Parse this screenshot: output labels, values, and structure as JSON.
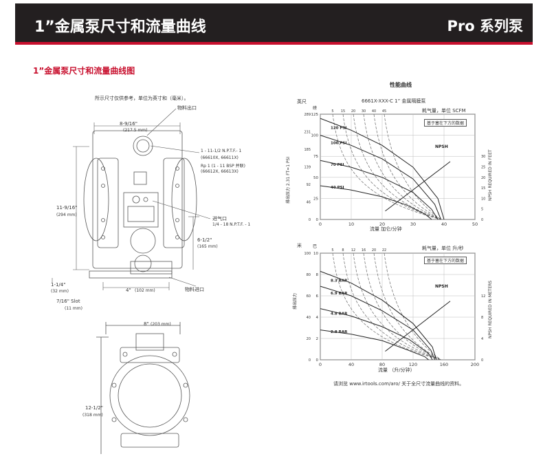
{
  "header": {
    "title": "1”金属泵尺寸和流量曲线",
    "series": "Pro 系列泵"
  },
  "section_title": "1”金属泵尺寸和流量曲线图",
  "diagram": {
    "note": "所示尺寸仅供参考，单位为英寸和（毫米）。",
    "labels": {
      "outlet": "物料出口",
      "width_in": "8-9/16\"",
      "width_mm": "(217.5 mm)",
      "port_line1": "1 - 11-1/2 N.P.T.F.- 1",
      "port_line2": "(66610X, 66611X)",
      "port_line3": "Rp 1 (1 - 11 BSP 并联)",
      "port_line4": "(66612X, 66613X)",
      "height_in": "11-9/16\"",
      "height_mm": "(294 mm)",
      "air_inlet": "进气口",
      "air_inlet_size": "1/4 - 18 N.P.T.F. - 1",
      "h2_in": "6-1/2\"",
      "h2_mm": "(165 mm)",
      "base_in": "1-1/4\"",
      "base_mm": "(32 mm)",
      "foot_in": "4\"",
      "foot_mm": "(102 mm)",
      "inlet": "物料进口",
      "slot_in": "7/16\" Slot",
      "slot_mm": "(11 mm)",
      "side_width": "8\"",
      "side_width_mm": "(203 mm)",
      "side_h_in": "12-1/2\"",
      "side_h_mm": "(318 mm)"
    }
  },
  "curves": {
    "heading": "性能曲线",
    "model": "6661X-XXX-C  1” 金属隔膜泵",
    "chart_data": [
      {
        "type": "line",
        "title": "",
        "xlabel": "流量 加仑/分钟",
        "ylabel_left": "排出压力 2.31 FT=1 PSI",
        "ylabel_right": "NPSH REQUIRED IN FEET",
        "left_unit_top": "英尺",
        "left_unit_mid": "磅",
        "scfm_label": "耗气量，单位 SCFM",
        "legend": "基于塞在下方的数据",
        "xlim": [
          0,
          50
        ],
        "ylim_feet": [
          0,
          289
        ],
        "ylim_psi": [
          0,
          125
        ],
        "x_ticks": [
          "0",
          "10",
          "20",
          "30",
          "40",
          "50"
        ],
        "y_ticks_feet": [
          "0",
          "46",
          "92",
          "139",
          "185",
          "231",
          "289"
        ],
        "y_ticks_psi": [
          "0",
          "25",
          "50",
          "75",
          "100",
          "125"
        ],
        "right_ticks": [
          "0",
          "5",
          "10",
          "15",
          "20",
          "25",
          "30"
        ],
        "scfm_ticks": [
          "5",
          "15",
          "20",
          "30",
          "40",
          "45"
        ],
        "series": [
          {
            "name": "120 PSI",
            "x": [
              0,
              10,
              20,
              30,
              38,
              40
            ],
            "y": [
              120,
              106,
              88,
              62,
              25,
              0
            ]
          },
          {
            "name": "100 PSI",
            "x": [
              0,
              10,
              20,
              30,
              37,
              39
            ],
            "y": [
              100,
              88,
              72,
              48,
              18,
              0
            ]
          },
          {
            "name": "70 PSI",
            "x": [
              0,
              10,
              20,
              30,
              36,
              38
            ],
            "y": [
              70,
              62,
              50,
              32,
              12,
              0
            ]
          },
          {
            "name": "40 PSI",
            "x": [
              0,
              10,
              20,
              28,
              34,
              36
            ],
            "y": [
              40,
              35,
              27,
              17,
              6,
              0
            ]
          }
        ],
        "npsh_label": "NPSH"
      },
      {
        "type": "line",
        "title": "",
        "xlabel": "流量 （升/分钟）",
        "ylabel_left": "排出压力",
        "ylabel_right": "NPSH REQUIRED IN METERS",
        "left_unit_top": "米",
        "left_unit_mid": "巴",
        "scfm_label": "耗气量，单位 升/秒",
        "legend": "基于塞在下方的数据",
        "xlim": [
          0,
          200
        ],
        "ylim_meters": [
          0,
          100
        ],
        "ylim_bar": [
          0,
          10
        ],
        "x_ticks": [
          "0",
          "40",
          "80",
          "120",
          "160",
          "200"
        ],
        "y_ticks_meters": [
          "0",
          "20",
          "40",
          "60",
          "80",
          "100"
        ],
        "y_ticks_bar": [
          "0",
          "2",
          "4",
          "6",
          "8",
          "10"
        ],
        "right_ticks": [
          "0",
          "4",
          "8",
          "12"
        ],
        "scfm_ticks": [
          "5",
          "8",
          "12",
          "16",
          "20",
          "22"
        ],
        "series": [
          {
            "name": "8.3 BAR",
            "x": [
              0,
              40,
              80,
              120,
              145,
              150
            ],
            "y": [
              8.3,
              7.2,
              5.6,
              3.4,
              1.2,
              0
            ]
          },
          {
            "name": "6.9 BAR",
            "x": [
              0,
              40,
              80,
              120,
              143,
              148
            ],
            "y": [
              6.9,
              6.0,
              4.6,
              2.8,
              0.9,
              0
            ]
          },
          {
            "name": "4.8 BAR",
            "x": [
              0,
              40,
              80,
              115,
              140,
              145
            ],
            "y": [
              4.8,
              4.1,
              3.1,
              1.9,
              0.6,
              0
            ]
          },
          {
            "name": "2.8 BAR",
            "x": [
              0,
              40,
              80,
              110,
              135,
              140
            ],
            "y": [
              2.8,
              2.4,
              1.8,
              1.0,
              0.3,
              0
            ]
          }
        ],
        "npsh_label": "NPSH"
      }
    ],
    "footnote": "请浏览 www.irtools.com/aro/ 关于全尺寸流量曲线的资料。"
  }
}
